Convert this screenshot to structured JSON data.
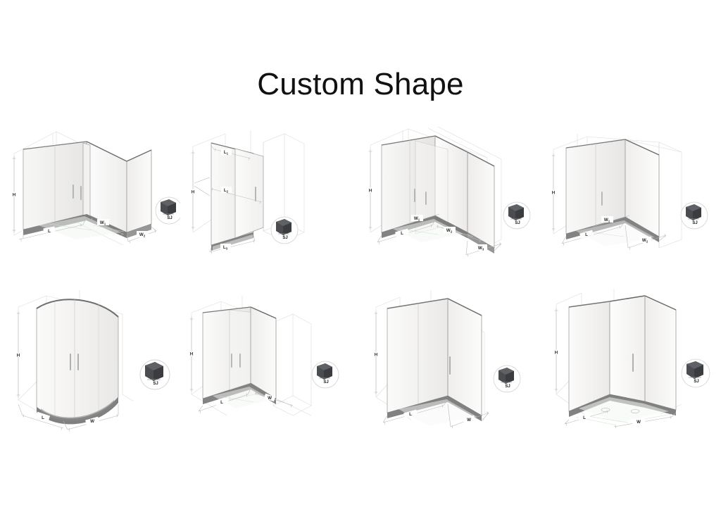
{
  "page": {
    "title": "Custom Shape",
    "background_color": "#ffffff",
    "title_color": "#111111"
  },
  "colors": {
    "glass_light": "#fbfbfb",
    "glass_mid": "#efeeec",
    "glass_shade": "#e3e2e0",
    "frame": "#9a9a9a",
    "frame_dark": "#5d5d5d",
    "dim_line": "#c9c9c9",
    "wall_line": "#d8d8d8",
    "label": "#2a2a2a",
    "sj_block": "#4a4c4f",
    "sj_block_top": "#5e6166",
    "sj_block_side": "#3a3c3f",
    "sj_circle": "#d5d5d5",
    "handle": "#b0b0b0",
    "tray_green": "#cfe3cf"
  },
  "callout": {
    "label": "SJ",
    "icon": "cube-block-icon"
  },
  "diagrams": [
    {
      "id": "d1",
      "name": "walk-in-double-sliding-3-panel",
      "row": 1,
      "col": 1,
      "labels": [
        {
          "key": "H",
          "base": "H",
          "sub": "",
          "orientation": "vertical"
        },
        {
          "key": "L",
          "base": "L",
          "sub": "",
          "orientation": "horizontal"
        },
        {
          "key": "W1",
          "base": "W",
          "sub": "1",
          "orientation": "depth"
        },
        {
          "key": "W2",
          "base": "W",
          "sub": "2",
          "orientation": "depth"
        }
      ]
    },
    {
      "id": "d2",
      "name": "single-sliding-door-against-wall",
      "row": 1,
      "col": 2,
      "labels": [
        {
          "key": "H",
          "base": "H",
          "sub": "",
          "orientation": "vertical"
        },
        {
          "key": "L1",
          "base": "L",
          "sub": "1",
          "orientation": "horizontal"
        },
        {
          "key": "L2",
          "base": "L",
          "sub": "2",
          "orientation": "horizontal"
        },
        {
          "key": "L3",
          "base": "L",
          "sub": "3",
          "orientation": "horizontal"
        }
      ]
    },
    {
      "id": "d3",
      "name": "u-shape-three-width-enclosure",
      "row": 1,
      "col": 3,
      "labels": [
        {
          "key": "H",
          "base": "H",
          "sub": "",
          "orientation": "vertical"
        },
        {
          "key": "L",
          "base": "L",
          "sub": "",
          "orientation": "horizontal"
        },
        {
          "key": "W1",
          "base": "W",
          "sub": "1",
          "orientation": "depth"
        },
        {
          "key": "W2",
          "base": "W",
          "sub": "2",
          "orientation": "depth"
        },
        {
          "key": "W3",
          "base": "W",
          "sub": "3",
          "orientation": "depth"
        }
      ]
    },
    {
      "id": "d4",
      "name": "corner-sliding-two-width-enclosure",
      "row": 1,
      "col": 4,
      "labels": [
        {
          "key": "H",
          "base": "H",
          "sub": "",
          "orientation": "vertical"
        },
        {
          "key": "L",
          "base": "L",
          "sub": "",
          "orientation": "horizontal"
        },
        {
          "key": "W1",
          "base": "W",
          "sub": "1",
          "orientation": "depth"
        },
        {
          "key": "W2",
          "base": "W",
          "sub": "2",
          "orientation": "depth"
        }
      ]
    },
    {
      "id": "d5",
      "name": "quadrant-curved-shower-enclosure",
      "row": 2,
      "col": 1,
      "labels": [
        {
          "key": "H",
          "base": "H",
          "sub": "",
          "orientation": "vertical"
        },
        {
          "key": "L",
          "base": "L",
          "sub": "",
          "orientation": "horizontal"
        },
        {
          "key": "W",
          "base": "W",
          "sub": "",
          "orientation": "depth"
        }
      ]
    },
    {
      "id": "d6",
      "name": "inline-sliding-door-with-return-panel",
      "row": 2,
      "col": 2,
      "labels": [
        {
          "key": "H",
          "base": "H",
          "sub": "",
          "orientation": "vertical"
        },
        {
          "key": "L",
          "base": "L",
          "sub": "",
          "orientation": "horizontal"
        },
        {
          "key": "W",
          "base": "W",
          "sub": "",
          "orientation": "depth"
        }
      ]
    },
    {
      "id": "d7",
      "name": "rectangular-corner-enclosure",
      "row": 2,
      "col": 3,
      "labels": [
        {
          "key": "H",
          "base": "H",
          "sub": "",
          "orientation": "vertical"
        },
        {
          "key": "L",
          "base": "L",
          "sub": "",
          "orientation": "horizontal"
        },
        {
          "key": "W",
          "base": "W",
          "sub": "",
          "orientation": "depth"
        }
      ]
    },
    {
      "id": "d8",
      "name": "neo-angle-pentagon-enclosure",
      "row": 2,
      "col": 4,
      "labels": [
        {
          "key": "H",
          "base": "H",
          "sub": "",
          "orientation": "vertical"
        },
        {
          "key": "L",
          "base": "L",
          "sub": "",
          "orientation": "horizontal"
        },
        {
          "key": "W",
          "base": "W",
          "sub": "",
          "orientation": "depth"
        }
      ]
    }
  ]
}
